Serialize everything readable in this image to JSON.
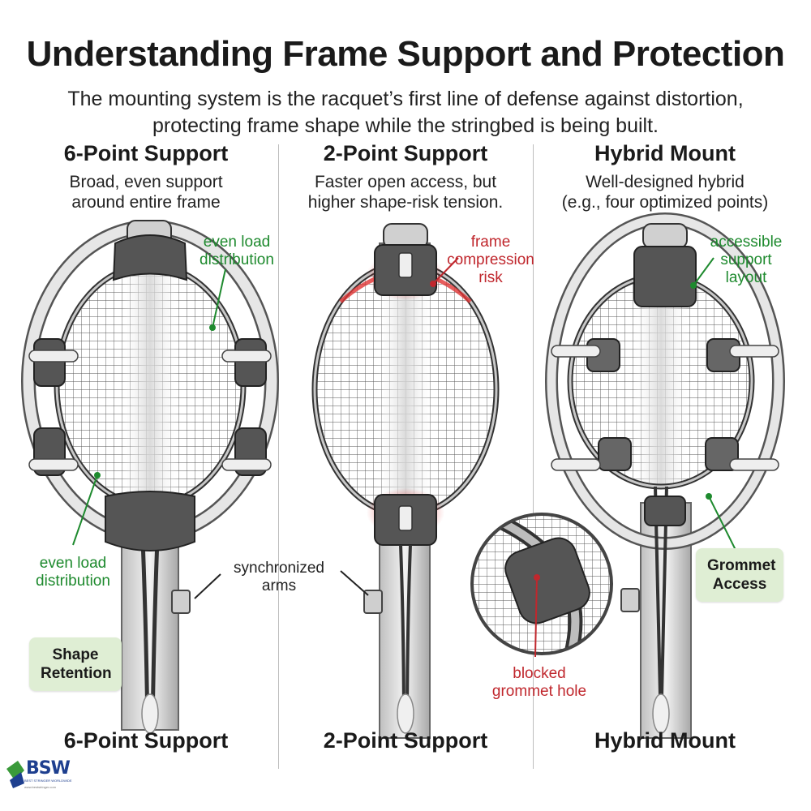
{
  "header": {
    "title": "Understanding Frame Support and Protection",
    "subtitle_line1": "The mounting system is the racquet’s first line of defense against distortion,",
    "subtitle_line2": "protecting frame shape while the stringbed is being built."
  },
  "columns": [
    {
      "title": "6-Point Support",
      "desc_line1": "Broad, even support",
      "desc_line2": "around entire frame",
      "footer": "6-Point Support"
    },
    {
      "title": "2-Point Support",
      "desc_line1": "Faster open access, but",
      "desc_line2": "higher shape-risk tension.",
      "footer": "2-Point Support"
    },
    {
      "title": "Hybrid Mount",
      "desc_line1": "Well-designed hybrid",
      "desc_line2": "(e.g., four optimized points)",
      "footer": "Hybrid Mount"
    }
  ],
  "annotations": {
    "even_load_top_1": "even load",
    "even_load_top_2": "distribution",
    "even_load_bottom_1": "even load",
    "even_load_bottom_2": "distribution",
    "sync_arms_1": "synchronized",
    "sync_arms_2": "arms",
    "frame_compression_1": "frame",
    "frame_compression_2": "compression",
    "frame_compression_3": "risk",
    "blocked_grommet_1": "blocked",
    "blocked_grommet_2": "grommet hole",
    "accessible_1": "accessible",
    "accessible_2": "support",
    "accessible_3": "layout"
  },
  "tags": {
    "shape_retention_1": "Shape",
    "shape_retention_2": "Retention",
    "grommet_access_1": "Grommet",
    "grommet_access_2": "Access"
  },
  "logo": {
    "name": "BSW",
    "tagline": "BEST STRINGER WORLDWIDE",
    "url": "www.beststringer.com"
  },
  "colors": {
    "accent_green": "#1e8a2e",
    "accent_red": "#c0272d",
    "tag_background": "#dfeed4",
    "logo_blue": "#1e3f8f"
  }
}
